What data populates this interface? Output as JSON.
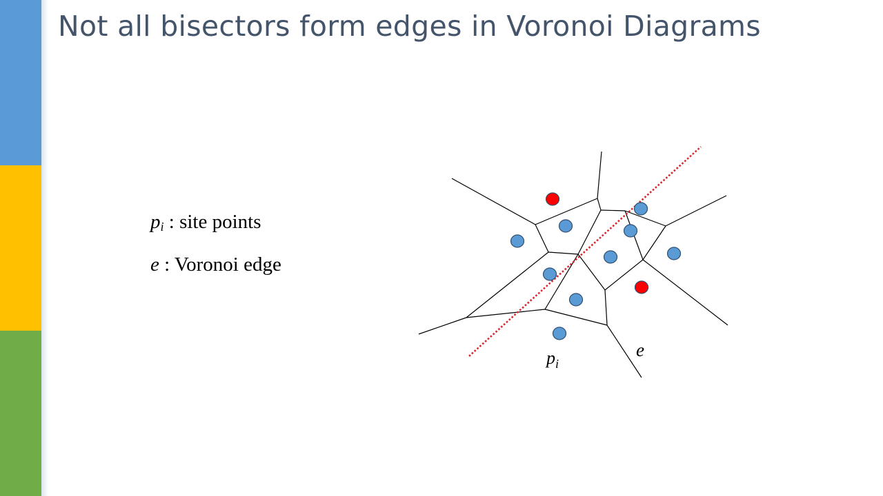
{
  "slide": {
    "title": "Not all bisectors form edges in Voronoi Diagrams",
    "sidebar_colors": [
      "#5b9bd5",
      "#ffc000",
      "#70ad47"
    ]
  },
  "legend": [
    {
      "symbol": "p",
      "subscript": "i",
      "separator": " : ",
      "text": "site points"
    },
    {
      "symbol": "e",
      "subscript": "",
      "separator": " : ",
      "text": "Voronoi edge"
    }
  ],
  "diagram": {
    "site_color": "#5b9bd5",
    "highlight_color": "#ff0000",
    "bisector_color": "#d9272e",
    "edge_color": "#000000",
    "labels": {
      "site": {
        "symbol": "p",
        "subscript": "i"
      },
      "edge": {
        "symbol": "e"
      }
    }
  }
}
